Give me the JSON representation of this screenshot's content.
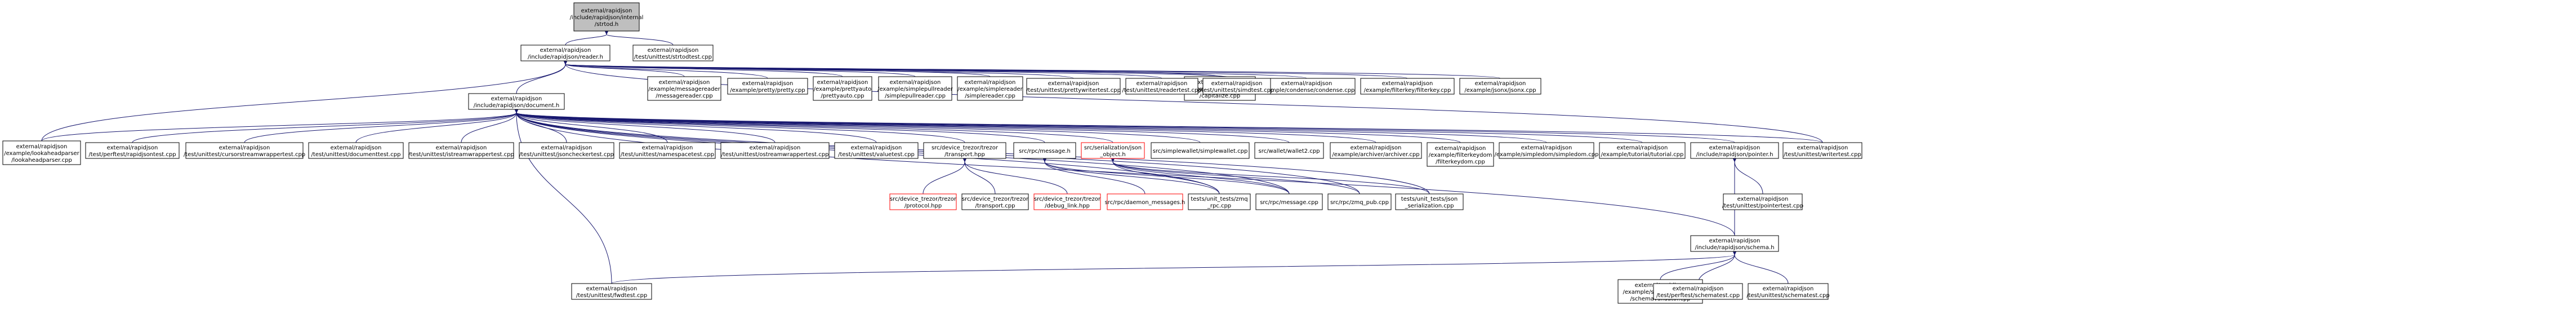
{
  "colors": {
    "node_fill": "#ffffff",
    "node_stroke": "#000000",
    "root_fill": "#bfbfbf",
    "missing_stroke": "#ff0000",
    "missing_text": "#ff0000",
    "edge": "#191970"
  },
  "nodes": [
    {
      "id": "n0",
      "lines": [
        "external/rapidjson",
        "/include/rapidjson/internal",
        "/strtod.h"
      ],
      "kind": "root"
    },
    {
      "id": "n1",
      "lines": [
        "external/rapidjson",
        "/include/rapidjson/reader.h"
      ]
    },
    {
      "id": "n2",
      "lines": [
        "external/rapidjson",
        "/test/unittest/strtodtest.cpp"
      ]
    },
    {
      "id": "n3",
      "lines": [
        "external/rapidjson",
        "/example/capitalize",
        "/capitalize.cpp"
      ]
    },
    {
      "id": "n4",
      "lines": [
        "external/rapidjson",
        "/example/condense/condense.cpp"
      ]
    },
    {
      "id": "n5",
      "lines": [
        "external/rapidjson",
        "/example/filterkey/filterkey.cpp"
      ]
    },
    {
      "id": "n6",
      "lines": [
        "external/rapidjson",
        "/example/jsonx/jsonx.cpp"
      ]
    },
    {
      "id": "n7",
      "lines": [
        "external/rapidjson",
        "/include/rapidjson/document.h"
      ]
    },
    {
      "id": "n8",
      "lines": [
        "external/rapidjson",
        "/example/messagereader",
        "/messagereader.cpp"
      ]
    },
    {
      "id": "n9",
      "lines": [
        "external/rapidjson",
        "/example/pretty/pretty.cpp"
      ]
    },
    {
      "id": "n10",
      "lines": [
        "external/rapidjson",
        "/example/prettyauto",
        "/prettyauto.cpp"
      ]
    },
    {
      "id": "n11",
      "lines": [
        "external/rapidjson",
        "/example/simplepullreader",
        "/simplepullreader.cpp"
      ]
    },
    {
      "id": "n12",
      "lines": [
        "external/rapidjson",
        "/example/simplereader",
        "/simplereader.cpp"
      ]
    },
    {
      "id": "n13",
      "lines": [
        "external/rapidjson",
        "/test/unittest/prettywritertest.cpp"
      ]
    },
    {
      "id": "n14",
      "lines": [
        "external/rapidjson",
        "/test/unittest/readertest.cpp"
      ]
    },
    {
      "id": "n15",
      "lines": [
        "external/rapidjson",
        "/test/unittest/simdtest.cpp"
      ]
    },
    {
      "id": "n16",
      "lines": [
        "external/rapidjson",
        "/example/lookaheadparser",
        "/lookaheadparser.cpp"
      ]
    },
    {
      "id": "n17",
      "lines": [
        "external/rapidjson",
        "/test/perftest/rapidjsontest.cpp"
      ]
    },
    {
      "id": "n18",
      "lines": [
        "external/rapidjson",
        "/test/unittest/cursorstreamwrappertest.cpp"
      ]
    },
    {
      "id": "n19",
      "lines": [
        "external/rapidjson",
        "/test/unittest/documenttest.cpp"
      ]
    },
    {
      "id": "n20",
      "lines": [
        "external/rapidjson",
        "/test/unittest/istreamwrappertest.cpp"
      ]
    },
    {
      "id": "n21",
      "lines": [
        "external/rapidjson",
        "/test/unittest/jsoncheckertest.cpp"
      ]
    },
    {
      "id": "n22",
      "lines": [
        "external/rapidjson",
        "/test/unittest/namespacetest.cpp"
      ]
    },
    {
      "id": "n23",
      "lines": [
        "external/rapidjson",
        "/test/unittest/ostreamwrappertest.cpp"
      ]
    },
    {
      "id": "n24",
      "lines": [
        "external/rapidjson",
        "/test/unittest/valuetest.cpp"
      ]
    },
    {
      "id": "n25",
      "lines": [
        "src/device_trezor/trezor",
        "/transport.hpp"
      ]
    },
    {
      "id": "n26",
      "lines": [
        "src/rpc/message.h"
      ]
    },
    {
      "id": "n27",
      "lines": [
        "src/serialization/json",
        "_object.h"
      ],
      "kind": "missing"
    },
    {
      "id": "n28",
      "lines": [
        "src/simplewallet/simplewallet.cpp"
      ]
    },
    {
      "id": "n29",
      "lines": [
        "src/wallet/wallet2.cpp"
      ]
    },
    {
      "id": "n30",
      "lines": [
        "external/rapidjson",
        "/example/archiver/archiver.cpp"
      ]
    },
    {
      "id": "n31",
      "lines": [
        "external/rapidjson",
        "/example/filterkeydom",
        "/filterkeydom.cpp"
      ]
    },
    {
      "id": "n32",
      "lines": [
        "external/rapidjson",
        "/example/simpledom/simpledom.cpp"
      ]
    },
    {
      "id": "n33",
      "lines": [
        "external/rapidjson",
        "/example/tutorial/tutorial.cpp"
      ]
    },
    {
      "id": "n34",
      "lines": [
        "external/rapidjson",
        "/include/rapidjson/pointer.h"
      ]
    },
    {
      "id": "n35",
      "lines": [
        "external/rapidjson",
        "/test/unittest/writertest.cpp"
      ]
    },
    {
      "id": "n36",
      "lines": [
        "src/device_trezor/trezor",
        "/protocol.hpp"
      ],
      "kind": "missing"
    },
    {
      "id": "n37",
      "lines": [
        "src/device_trezor/trezor",
        "/transport.cpp"
      ]
    },
    {
      "id": "n38",
      "lines": [
        "src/device_trezor/trezor",
        "/debug_link.hpp"
      ],
      "kind": "missing"
    },
    {
      "id": "n39",
      "lines": [
        "src/rpc/daemon_messages.h"
      ],
      "kind": "missing"
    },
    {
      "id": "n40",
      "lines": [
        "tests/unit_tests/zmq",
        "_rpc.cpp"
      ]
    },
    {
      "id": "n41",
      "lines": [
        "src/rpc/message.cpp"
      ]
    },
    {
      "id": "n42",
      "lines": [
        "src/rpc/zmq_pub.cpp"
      ]
    },
    {
      "id": "n43",
      "lines": [
        "tests/unit_tests/json",
        "_serialization.cpp"
      ]
    },
    {
      "id": "n44",
      "lines": [
        "external/rapidjson",
        "/test/unittest/pointertest.cpp"
      ]
    },
    {
      "id": "n45",
      "lines": [
        "external/rapidjson",
        "/include/rapidjson/schema.h"
      ]
    },
    {
      "id": "n46",
      "lines": [
        "external/rapidjson",
        "/test/unittest/fwdtest.cpp"
      ]
    },
    {
      "id": "n47",
      "lines": [
        "external/rapidjson",
        "/example/schemavalidator",
        "/schemavalidator.cpp"
      ]
    },
    {
      "id": "n48",
      "lines": [
        "external/rapidjson",
        "/test/perftest/schematest.cpp"
      ]
    },
    {
      "id": "n49",
      "lines": [
        "external/rapidjson",
        "/test/unittest/schematest.cpp"
      ]
    }
  ]
}
